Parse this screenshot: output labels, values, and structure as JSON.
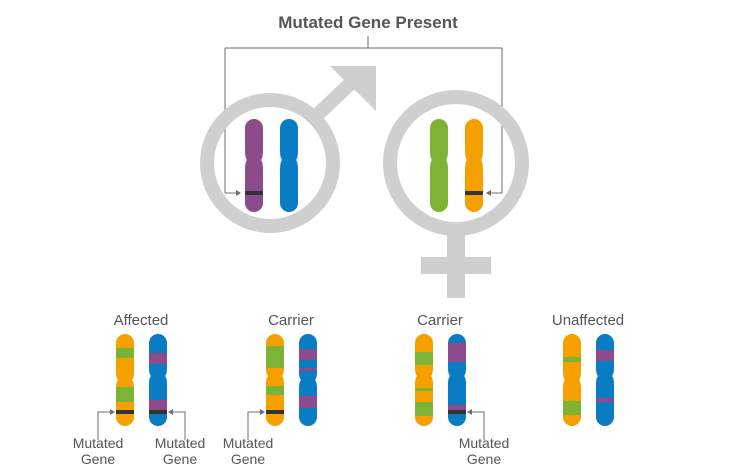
{
  "title": "Mutated Gene Present",
  "colors": {
    "symbol_gray": "#cfcfcf",
    "line_gray": "#6e6e6e",
    "orange": "#f6a000",
    "blue": "#0a7cc4",
    "green": "#7db335",
    "purple": "#8c4c8c",
    "mutation": "#333333"
  },
  "parents": {
    "male_symbol": "male-symbol-icon",
    "female_symbol": "female-symbol-icon"
  },
  "offspring": [
    {
      "status": "Affected",
      "mutated_labels": [
        "Mutated\nGene",
        "Mutated\nGene"
      ]
    },
    {
      "status": "Carrier",
      "mutated_labels": [
        "Mutated\nGene"
      ]
    },
    {
      "status": "Carrier",
      "mutated_labels": [
        "Mutated\nGene"
      ]
    },
    {
      "status": "Unaffected",
      "mutated_labels": []
    }
  ],
  "mutated_word_1": "Mutated",
  "mutated_word_2": "Gene"
}
